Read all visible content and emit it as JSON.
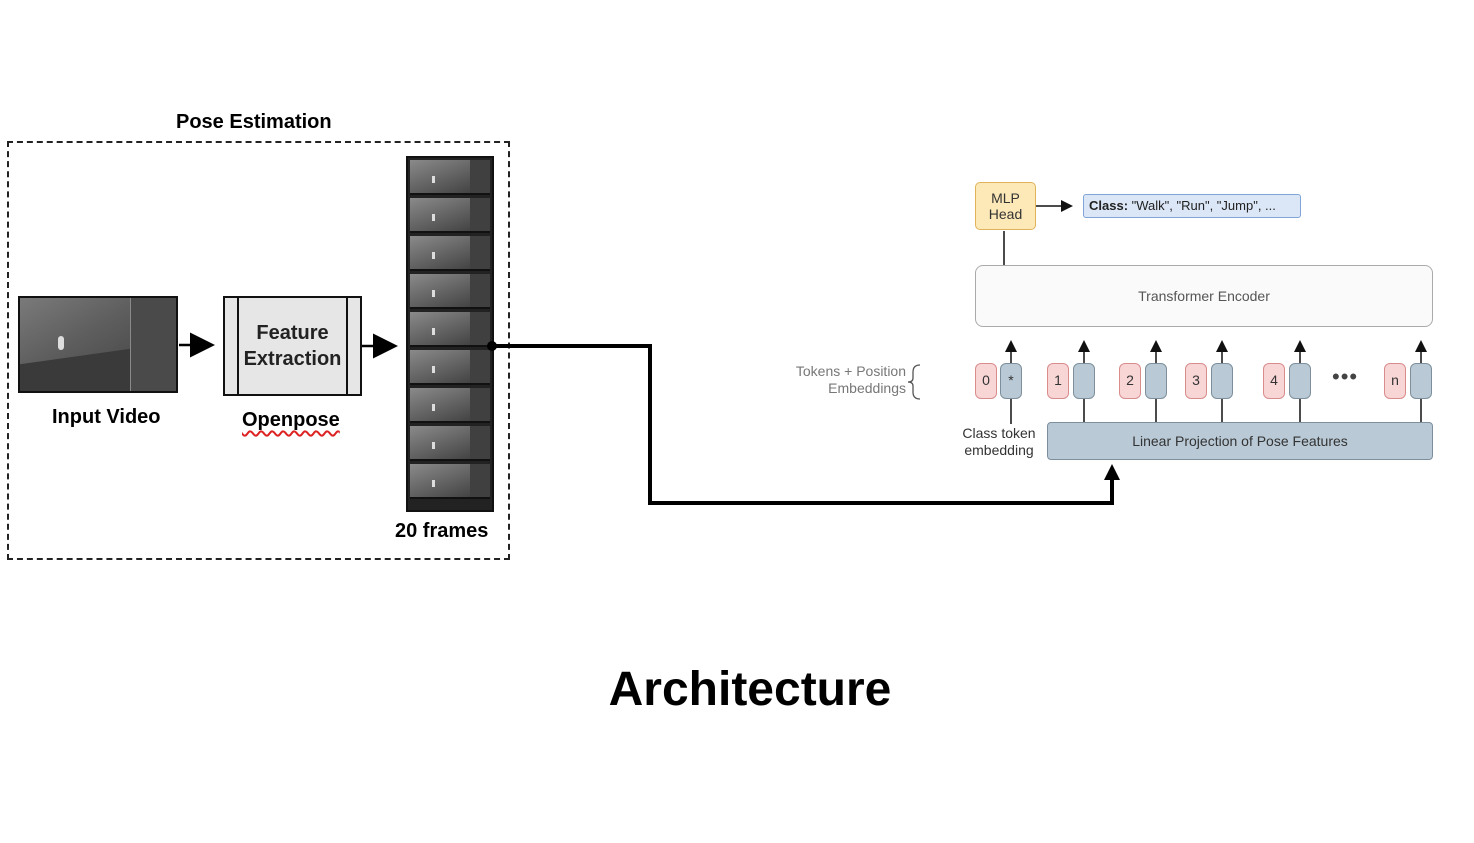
{
  "pose_section": {
    "title": "Pose Estimation",
    "input_video_label": "Input Video",
    "feature_extraction_label": [
      "Feature",
      "Extraction"
    ],
    "openpose_label": "Openpose",
    "frames_label": "20 frames"
  },
  "transformer": {
    "mlp_head": [
      "MLP",
      "Head"
    ],
    "class_output_prefix": "Class:",
    "class_output_values": " \"Walk\", \"Run\", \"Jump\", ...",
    "encoder_label": "Transformer Encoder",
    "tokens_label": [
      "Tokens + Position",
      "Embeddings"
    ],
    "class_token_label": [
      "Class token",
      "embedding"
    ],
    "projection_label": "Linear Projection of Pose Features",
    "token_ids": [
      "0",
      "1",
      "2",
      "3",
      "4",
      "n"
    ],
    "class_token_symbol": "*",
    "ellipsis": "•••"
  },
  "footer": {
    "title": "Architecture"
  }
}
